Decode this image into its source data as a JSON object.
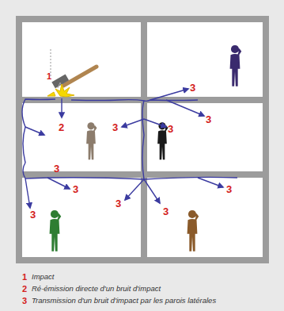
{
  "diagram": {
    "labels": [
      "1",
      "2",
      "3",
      "3",
      "3",
      "3",
      "3",
      "3",
      "3",
      "3",
      "3",
      "3",
      "1",
      "2",
      "3"
    ],
    "legend": [
      {
        "text": "Impact"
      },
      {
        "text": "Ré-émission directe d'un bruit d'impact"
      },
      {
        "text": "Transmission d'un bruit d'impact par les parois latérales"
      }
    ]
  }
}
